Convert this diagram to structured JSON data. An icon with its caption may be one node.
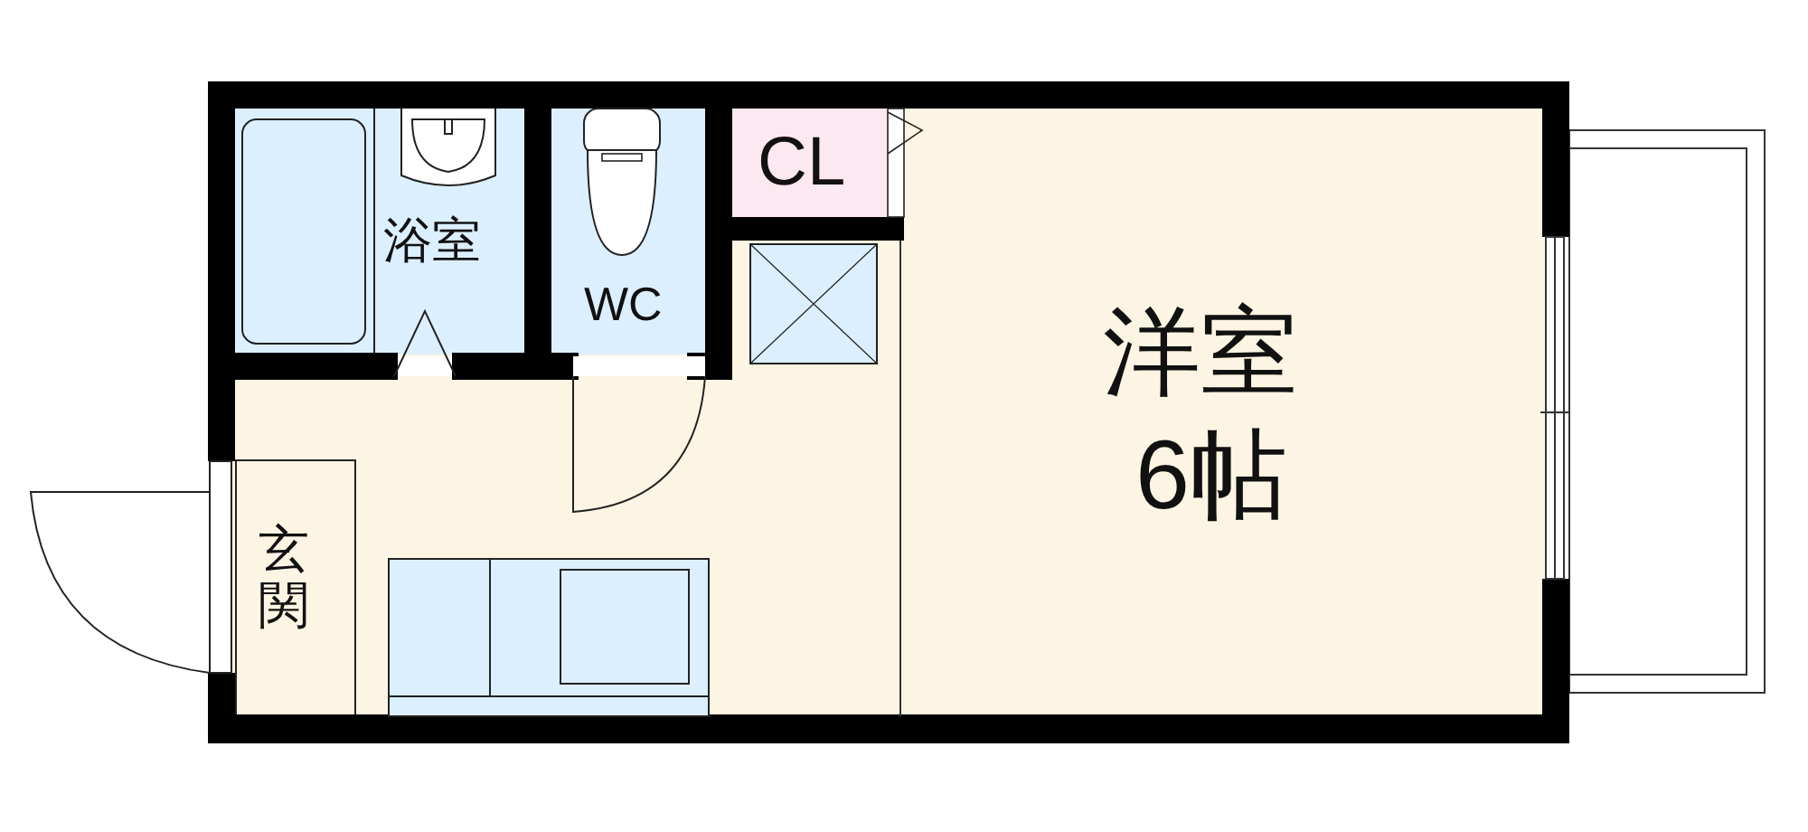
{
  "diagram": {
    "nodes": [
      {
        "text": [
          "浴室"
        ]
      },
      {
        "text": [
          "WC"
        ]
      },
      {
        "text": [
          "CL"
        ]
      },
      {
        "text": [
          "洋室",
          "6帖"
        ]
      },
      {
        "text": [
          "玄関"
        ]
      }
    ]
  }
}
